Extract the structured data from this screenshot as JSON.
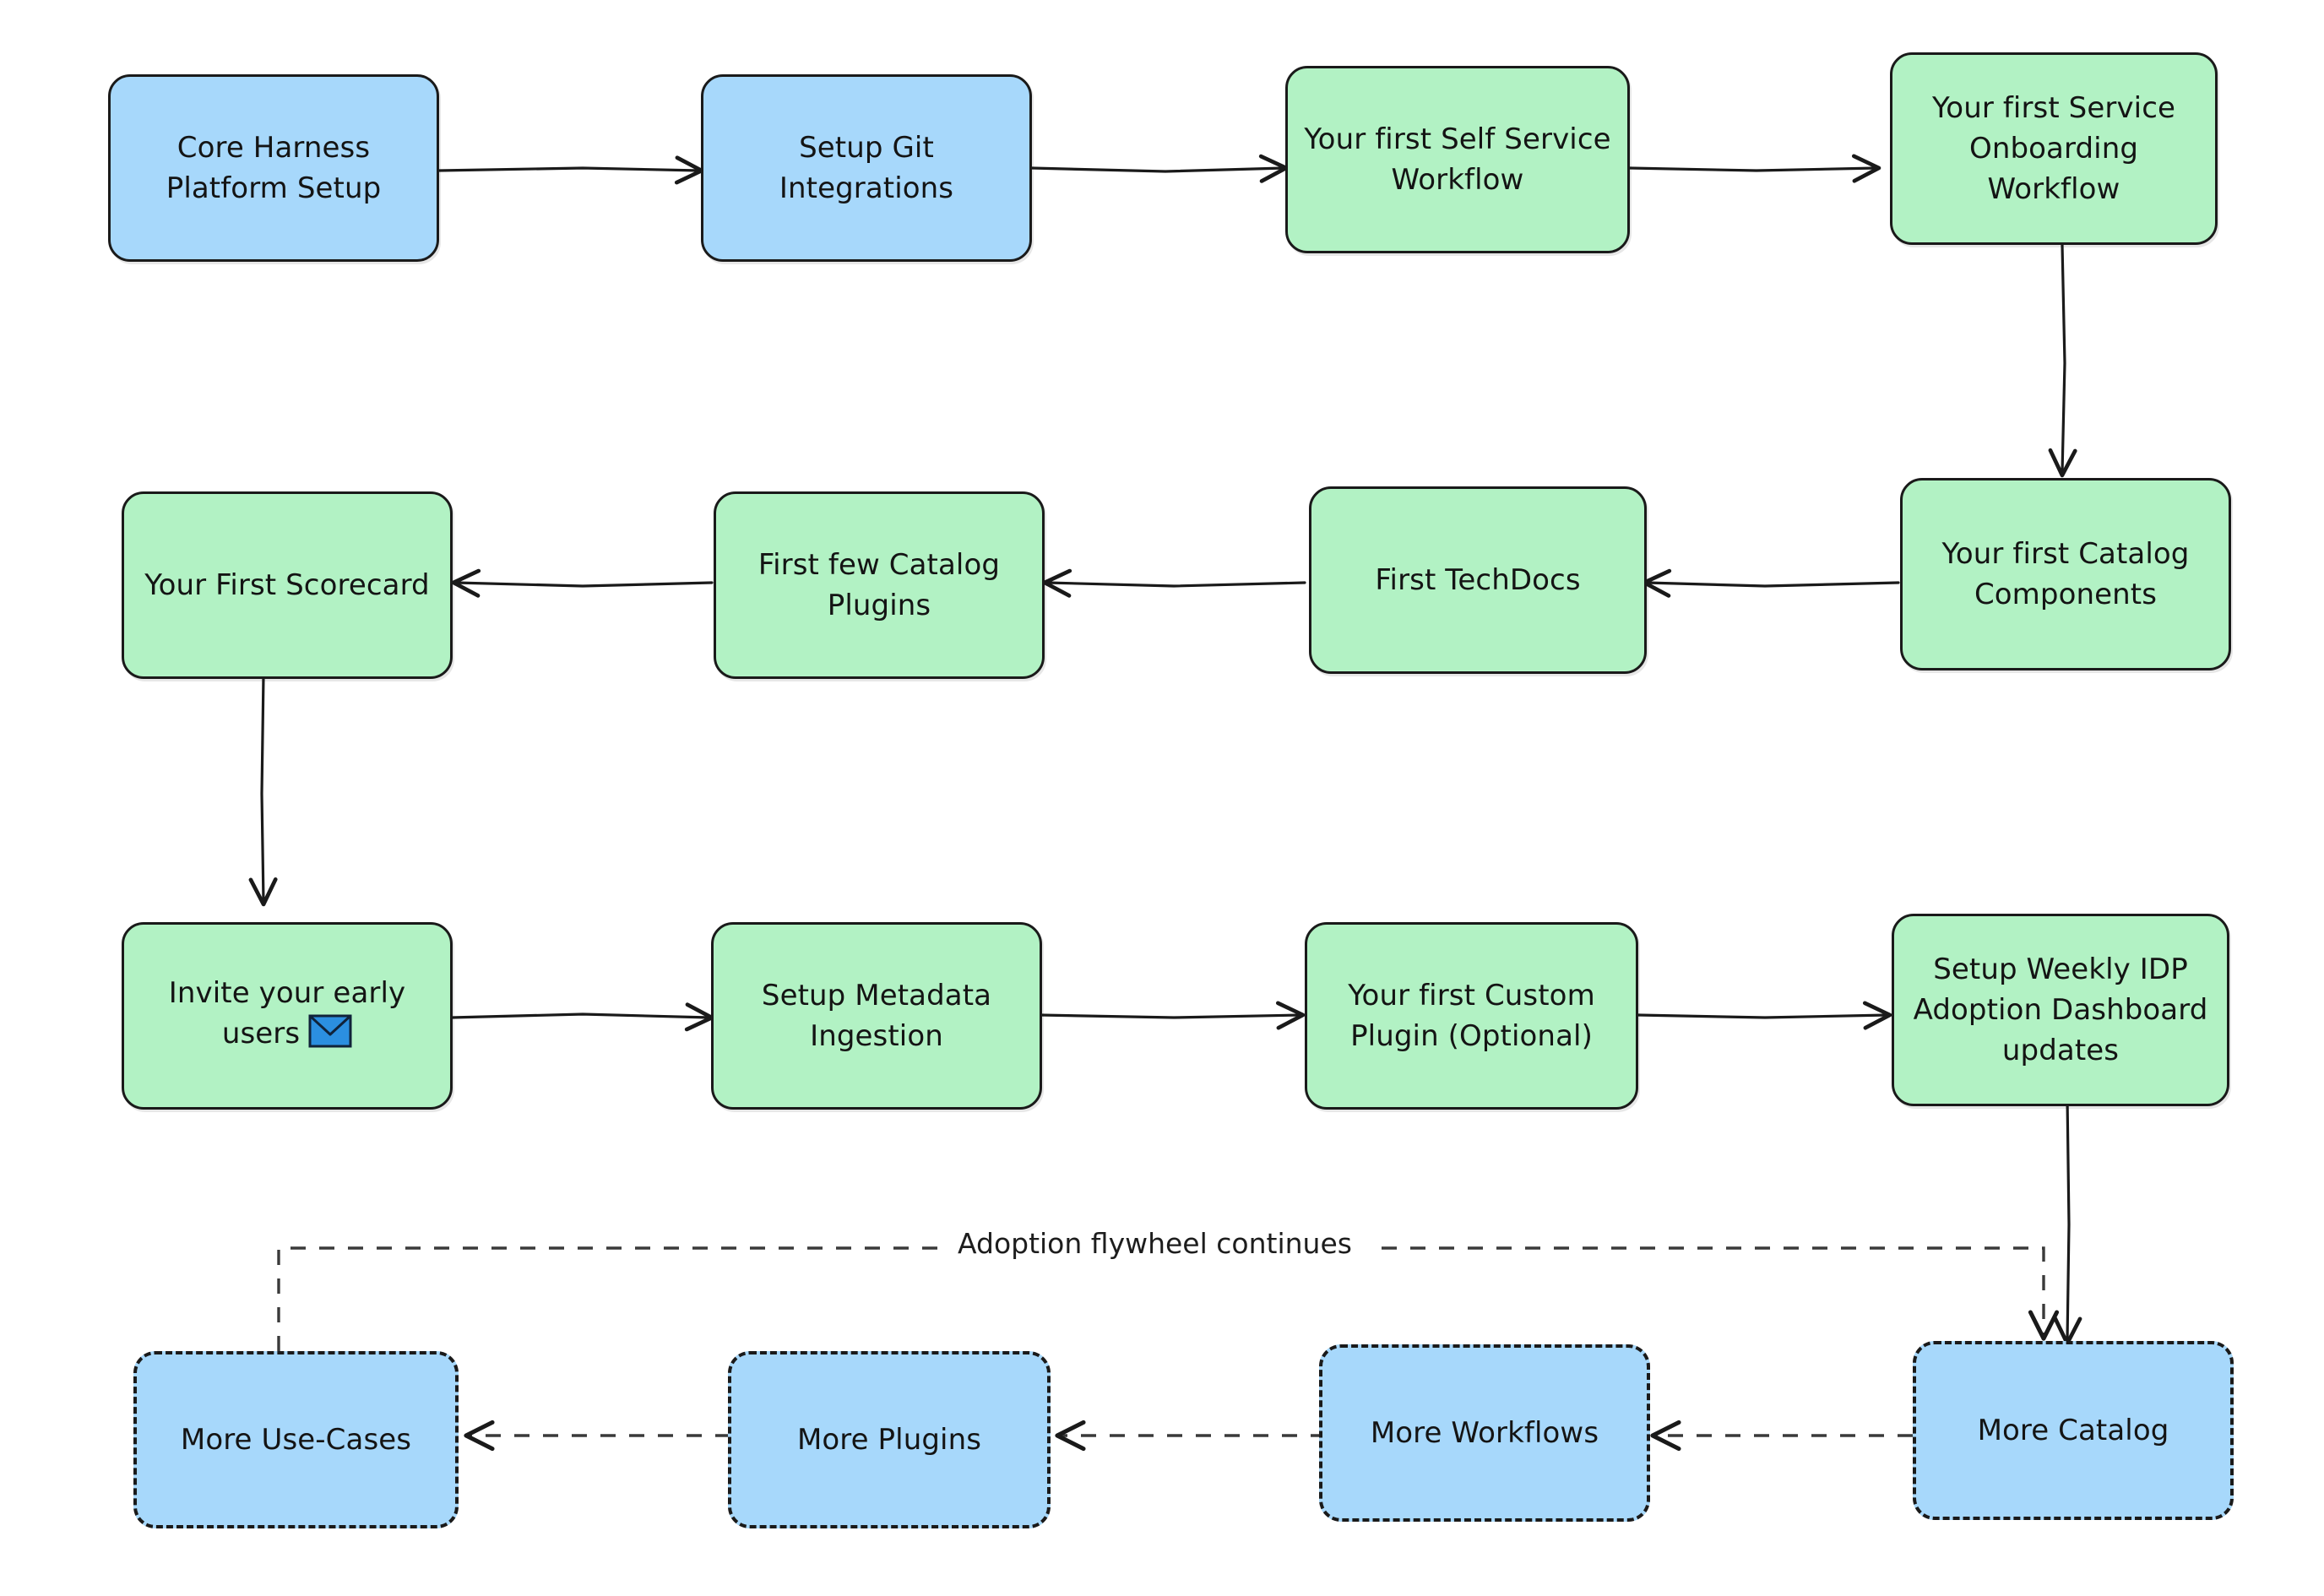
{
  "diagram": {
    "title": "Harness IDP Adoption Flywheel Flowchart",
    "type": "flowchart",
    "direction": "LR-serpentine",
    "background": "#ffffff",
    "colors": {
      "blue_fill": "#a7d8fb",
      "green_fill": "#b2f2c4",
      "stroke": "#1a1a1a",
      "text": "#141414",
      "envelope_blue": "#2b8fe0"
    },
    "nodes": [
      {
        "id": "core-harness-platform-setup",
        "label": "Core Harness\nPlatform Setup",
        "style": "blue",
        "border": "solid",
        "row": 1,
        "col": 1
      },
      {
        "id": "setup-git-integrations",
        "label": "Setup Git\nIntegrations",
        "style": "blue",
        "border": "solid",
        "row": 1,
        "col": 2
      },
      {
        "id": "your-first-self-service-workflow",
        "label": "Your first Self Service\nWorkflow",
        "style": "green",
        "border": "solid",
        "row": 1,
        "col": 3
      },
      {
        "id": "your-first-service-onboarding-workflow",
        "label": "Your first Service\nOnboarding\nWorkflow",
        "style": "green",
        "border": "solid",
        "row": 1,
        "col": 4
      },
      {
        "id": "your-first-scorecard",
        "label": "Your First Scorecard",
        "style": "green",
        "border": "solid",
        "row": 2,
        "col": 1
      },
      {
        "id": "first-few-catalog-plugins",
        "label": "First few Catalog\nPlugins",
        "style": "green",
        "border": "solid",
        "row": 2,
        "col": 2
      },
      {
        "id": "first-techdocs",
        "label": "First TechDocs",
        "style": "green",
        "border": "solid",
        "row": 2,
        "col": 3
      },
      {
        "id": "your-first-catalog-components",
        "label": "Your first Catalog\nComponents",
        "style": "green",
        "border": "solid",
        "row": 2,
        "col": 4
      },
      {
        "id": "invite-your-early-users",
        "label": "Invite your early\nusers",
        "style": "green",
        "border": "solid",
        "row": 3,
        "col": 1,
        "icon": "envelope-icon"
      },
      {
        "id": "setup-metadata-ingestion",
        "label": "Setup Metadata\nIngestion",
        "style": "green",
        "border": "solid",
        "row": 3,
        "col": 2
      },
      {
        "id": "your-first-custom-plugin",
        "label": "Your first Custom\nPlugin (Optional)",
        "style": "green",
        "border": "solid",
        "row": 3,
        "col": 3
      },
      {
        "id": "setup-weekly-idp-adoption-dashboard-updates",
        "label": "Setup Weekly IDP\nAdoption Dashboard\nupdates",
        "style": "green",
        "border": "solid",
        "row": 3,
        "col": 4
      },
      {
        "id": "more-use-cases",
        "label": "More Use-Cases",
        "style": "blue",
        "border": "dashed",
        "row": 4,
        "col": 1
      },
      {
        "id": "more-plugins",
        "label": "More Plugins",
        "style": "blue",
        "border": "dashed",
        "row": 4,
        "col": 2
      },
      {
        "id": "more-workflows",
        "label": "More Workflows",
        "style": "blue",
        "border": "dashed",
        "row": 4,
        "col": 3
      },
      {
        "id": "more-catalog",
        "label": "More Catalog",
        "style": "blue",
        "border": "dashed",
        "row": 4,
        "col": 4
      }
    ],
    "edges": [
      {
        "from": "core-harness-platform-setup",
        "to": "setup-git-integrations",
        "style": "solid",
        "label": ""
      },
      {
        "from": "setup-git-integrations",
        "to": "your-first-self-service-workflow",
        "style": "solid",
        "label": ""
      },
      {
        "from": "your-first-self-service-workflow",
        "to": "your-first-service-onboarding-workflow",
        "style": "solid",
        "label": ""
      },
      {
        "from": "your-first-service-onboarding-workflow",
        "to": "your-first-catalog-components",
        "style": "solid",
        "label": ""
      },
      {
        "from": "your-first-catalog-components",
        "to": "first-techdocs",
        "style": "solid",
        "label": ""
      },
      {
        "from": "first-techdocs",
        "to": "first-few-catalog-plugins",
        "style": "solid",
        "label": ""
      },
      {
        "from": "first-few-catalog-plugins",
        "to": "your-first-scorecard",
        "style": "solid",
        "label": ""
      },
      {
        "from": "your-first-scorecard",
        "to": "invite-your-early-users",
        "style": "solid",
        "label": ""
      },
      {
        "from": "invite-your-early-users",
        "to": "setup-metadata-ingestion",
        "style": "solid",
        "label": ""
      },
      {
        "from": "setup-metadata-ingestion",
        "to": "your-first-custom-plugin",
        "style": "solid",
        "label": ""
      },
      {
        "from": "your-first-custom-plugin",
        "to": "setup-weekly-idp-adoption-dashboard-updates",
        "style": "solid",
        "label": ""
      },
      {
        "from": "setup-weekly-idp-adoption-dashboard-updates",
        "to": "more-catalog",
        "style": "solid",
        "label": ""
      },
      {
        "from": "more-catalog",
        "to": "more-workflows",
        "style": "dashed",
        "label": ""
      },
      {
        "from": "more-workflows",
        "to": "more-plugins",
        "style": "dashed",
        "label": ""
      },
      {
        "from": "more-plugins",
        "to": "more-use-cases",
        "style": "dashed",
        "label": ""
      },
      {
        "from": "more-use-cases",
        "to": "more-catalog",
        "style": "dashed",
        "label": "Adoption flywheel continues"
      }
    ],
    "edge_labels": {
      "flywheel": "Adoption flywheel continues"
    }
  }
}
